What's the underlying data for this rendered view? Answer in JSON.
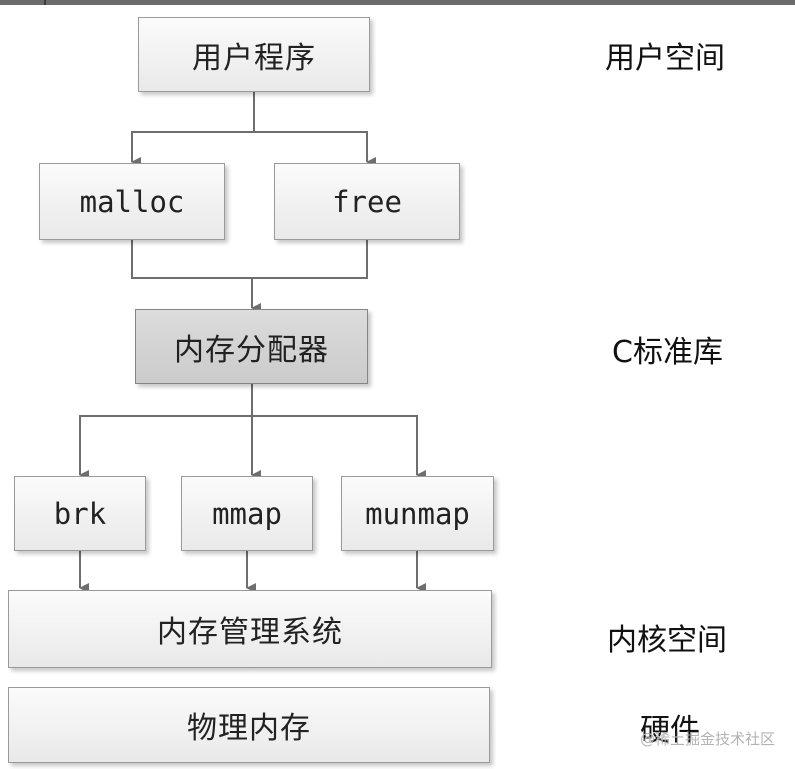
{
  "boxes": {
    "user_program": "用户程序",
    "malloc": "malloc",
    "free": "free",
    "allocator": "内存分配器",
    "brk": "brk",
    "mmap": "mmap",
    "munmap": "munmap",
    "mm_system": "内存管理系统",
    "physical_memory": "物理内存"
  },
  "side_labels": {
    "user_space": "用户空间",
    "c_stdlib": "C标准库",
    "kernel_space": "内核空间",
    "hardware": "硬件"
  },
  "watermark": "@稀土掘金技术社区",
  "colors": {
    "connector": "#6e6e6e",
    "allocator_fill": "#d2d2d2",
    "box_fill": "#f2f2f2"
  }
}
